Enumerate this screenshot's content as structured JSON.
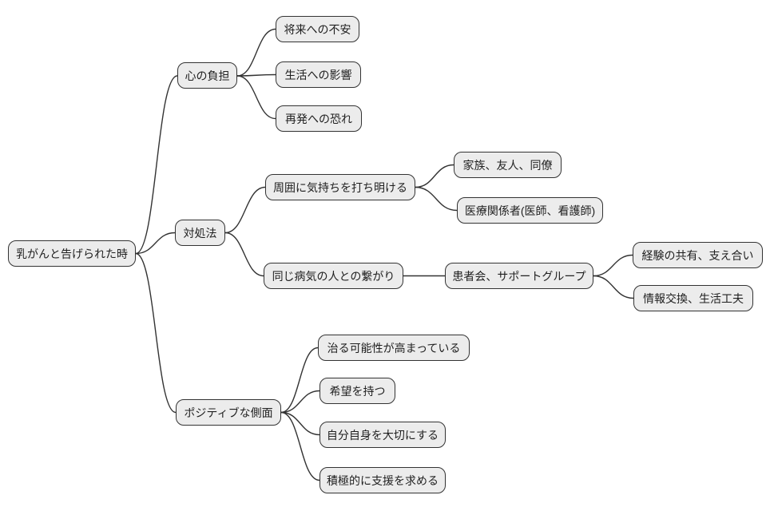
{
  "style": {
    "node_fill": "#ececec",
    "node_border": "#333333",
    "edge_color": "#333333",
    "text_color": "#1f1f1f",
    "background": "#ffffff"
  },
  "mindmap": {
    "root": {
      "label": "乳がんと告げられた時",
      "children": [
        {
          "label": "心の負担",
          "children": [
            {
              "label": "将来への不安"
            },
            {
              "label": "生活への影響"
            },
            {
              "label": "再発への恐れ"
            }
          ]
        },
        {
          "label": "対処法",
          "children": [
            {
              "label": "周囲に気持ちを打ち明ける",
              "children": [
                {
                  "label": "家族、友人、同僚"
                },
                {
                  "label": "医療関係者(医師、看護師)"
                }
              ]
            },
            {
              "label": "同じ病気の人との繋がり",
              "children": [
                {
                  "label": "患者会、サポートグループ",
                  "children": [
                    {
                      "label": "経験の共有、支え合い"
                    },
                    {
                      "label": "情報交換、生活工夫"
                    }
                  ]
                }
              ]
            }
          ]
        },
        {
          "label": "ポジティブな側面",
          "children": [
            {
              "label": "治る可能性が高まっている"
            },
            {
              "label": "希望を持つ"
            },
            {
              "label": "自分自身を大切にする"
            },
            {
              "label": "積極的に支援を求める"
            }
          ]
        }
      ]
    }
  }
}
